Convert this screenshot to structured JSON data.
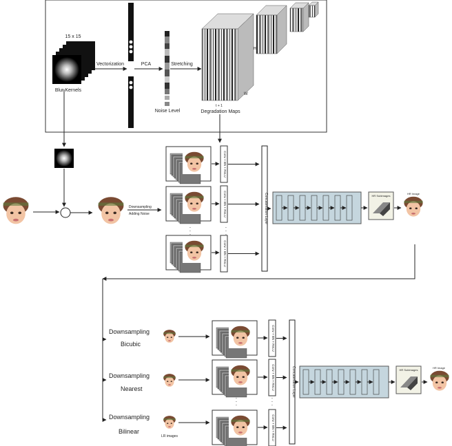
{
  "top_panel": {
    "kernel_size": "15 x 15",
    "blur_kernels": "Blur Kernels",
    "vectorization": "Vectorization",
    "pca": "PCA",
    "stretching": "Stretching",
    "noise_level": "Noise Level",
    "degradation_maps": "Degradation Maps",
    "dim_t1": "t + 1",
    "dim_h": "H",
    "dim_w": "W"
  },
  "middle": {
    "downsampling": "Downsampling",
    "adding_noise": "Adding Noise",
    "conv_label": "Conv + BN + ReLU",
    "concat_label": "Concatenation Layer",
    "hr_subimages": "HR Subimages",
    "hr_image": "HR Image"
  },
  "bottom": {
    "downsampling": "Downsampling",
    "bicubic": "Bicubic",
    "nearest": "Nearest",
    "bilinear": "Bilinear",
    "lr_images": "LR images",
    "conv_label": "Conv + BN + ReLU",
    "concat_label": "Concatenation Layer",
    "hr_subimages": "HR Subimages",
    "hr_image": "HR Image"
  },
  "colors": {
    "network_fill": "#c5d6de",
    "network_stroke": "#555555",
    "skin": "#f2c4a4",
    "hat": "#7a4a32"
  }
}
